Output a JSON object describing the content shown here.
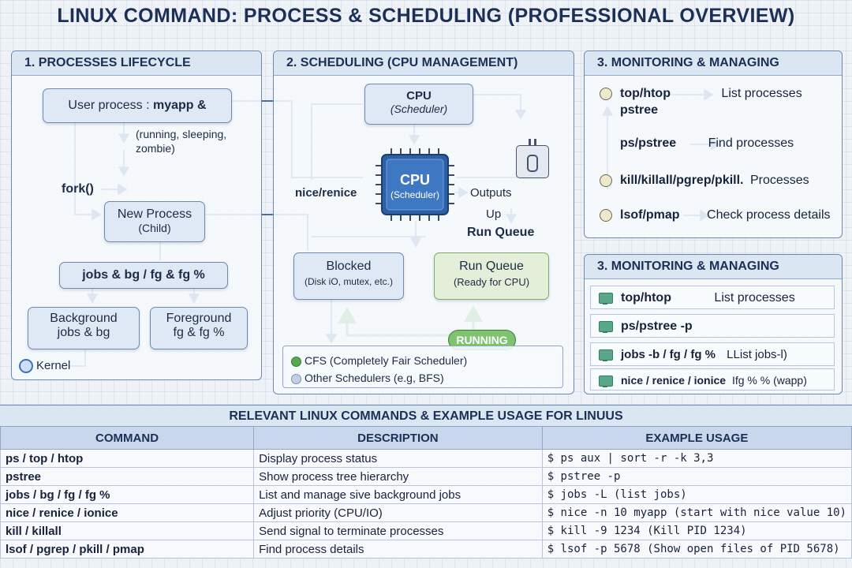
{
  "title": "LINUX COMMAND: PROCESS & SCHEDULING (PROFESSIONAL OVERVIEW)",
  "panel1": {
    "heading": "1. PROCESSES LIFECYCLE",
    "user_process": "User process : ",
    "user_process_cmd": "myapp &",
    "states": "(running, sleeping,",
    "states2": "zombie)",
    "fork": "fork()",
    "new_process": "New Process",
    "child": "(Child)",
    "jobs_box": "jobs & bg / fg & fg %",
    "background": "Background",
    "background2": "jobs & bg",
    "foreground": "Foreground",
    "foreground2": "fg & fg %",
    "kernel": "Kernel"
  },
  "panel2": {
    "heading": "2. SCHEDULING (CPU MANAGEMENT)",
    "cpu_top": "CPU",
    "cpu_top_sub": "(Scheduler)",
    "chip_label": "CPU",
    "chip_sub": "(Scheduler)",
    "nice": "nice/renice",
    "outputs": "Outputs",
    "up": "Up",
    "run_queue_label": "Run Queue",
    "blocked": "Blocked",
    "blocked_sub": "(Disk iO, mutex, etc.)",
    "run_queue": "Run Queue",
    "run_queue_sub": "(Ready for CPU)",
    "running": "RUNNING",
    "cfs": "CFS (Completely Fair Scheduler)",
    "other": "Other Schedulers (e.g, BFS)"
  },
  "panel3": {
    "heading": "3. MONITORING & MANAGING",
    "rows": [
      {
        "cmd": "top/htop",
        "arrow": "⟶",
        "desc": "List processes",
        "cmd2": "pstree"
      },
      {
        "cmd": "ps/pstree",
        "arrow": "⟶",
        "desc": "Find processes"
      },
      {
        "cmd": "kill/killall/pgrep/pkill.",
        "desc": "Processes"
      },
      {
        "cmd": "lsof/pmap",
        "arrow": "⟶",
        "desc": "Check process details"
      }
    ]
  },
  "panel4": {
    "heading": "3. MONITORING & MANAGING",
    "rows": [
      {
        "cmd": "top/htop",
        "arrow": "⟶",
        "desc": "List processes"
      },
      {
        "cmd": "ps/pstree -p",
        "desc": ""
      },
      {
        "cmd": "jobs -b / fg / fg %",
        "desc": "LList jobs-l)"
      },
      {
        "cmd": "nice / renice / ionice",
        "desc": "Ifg % % (wapp)"
      }
    ]
  },
  "table": {
    "title": "RELEVANT LINUX COMMANDS & EXAMPLE USAGE FOR LINUUS",
    "headers": [
      "COMMAND",
      "DESCRIPTION",
      "EXAMPLE USAGE"
    ],
    "rows": [
      {
        "cmd": "ps / top / htop",
        "desc": "Display process status",
        "example": "$ ps aux | sort -r -k 3,3"
      },
      {
        "cmd": "pstree",
        "desc": "Show process tree hierarchy",
        "example": "$ pstree -p"
      },
      {
        "cmd": "jobs / bg / fg / fg %",
        "desc": "List and manage sive background jobs",
        "example": "$ jobs -L (list jobs)"
      },
      {
        "cmd": "nice / renice / ionice",
        "desc": "Adjust priority (CPU/IO)",
        "example": "$ nice -n 10 myapp (start with nice value 10)"
      },
      {
        "cmd": "kill / killall",
        "desc": "Send signal to terminate processes",
        "example": "$ kill -9 1234 (Kill PID 1234)"
      },
      {
        "cmd": "lsof / pgrep / pkill / pmap",
        "desc": "Find process details",
        "example": "$ lsof -p 5678 (Show open files of PID 5678)"
      }
    ]
  }
}
